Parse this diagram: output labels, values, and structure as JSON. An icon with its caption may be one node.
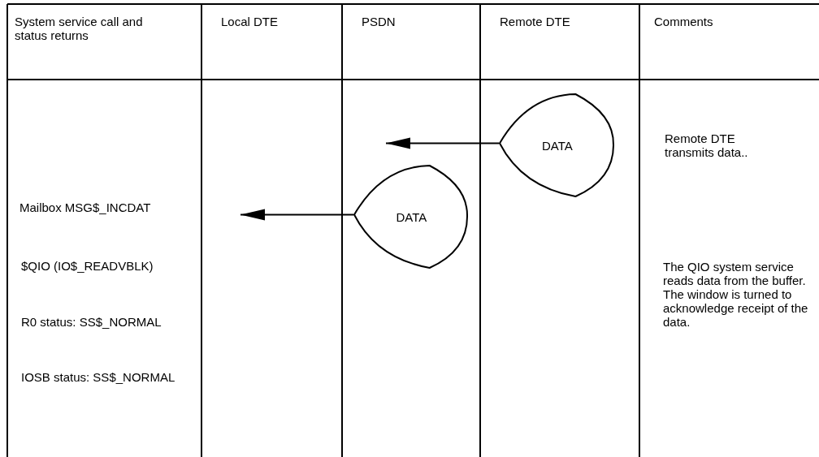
{
  "diagram": {
    "nodes": [
      {
        "text": [
          "DATA"
        ]
      },
      {
        "text": [
          "DATA"
        ]
      }
    ],
    "edges": [
      {
        "from": 0,
        "to": null,
        "arrow": "to"
      },
      {
        "from": 1,
        "to": null,
        "arrow": "to"
      }
    ],
    "labels": [
      "System service call and status returns",
      "Local DTE",
      "PSDN",
      "Remote DTE",
      "Comments",
      "Remote DTE transmits data..",
      "Mailbox MSG$_INCDAT",
      "$QIO (IO$_READVBLK)",
      "R0 status: SS$_NORMAL",
      "IOSB status: SS$_NORMAL",
      "The QIO system service reads data from the buffer. The window is turned to acknowledge receipt of the data."
    ]
  }
}
